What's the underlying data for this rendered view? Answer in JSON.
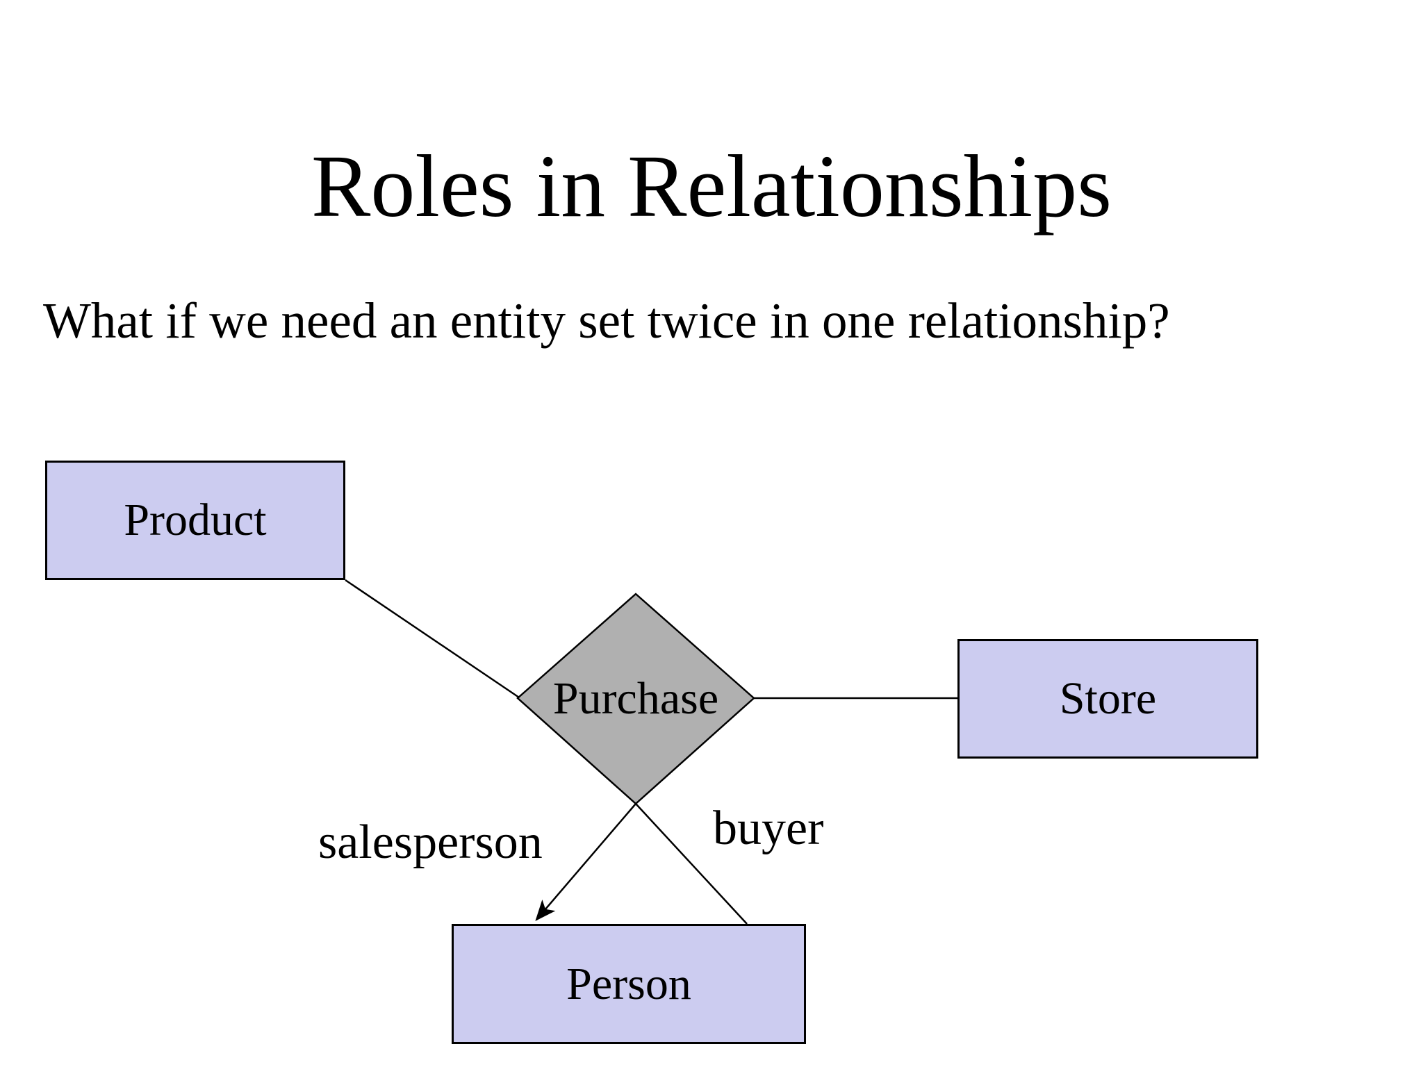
{
  "slide": {
    "title": "Roles in Relationships",
    "subtitle": "What if we need an entity set twice in one relationship?"
  },
  "diagram": {
    "entities": [
      {
        "id": "product",
        "label": "Product"
      },
      {
        "id": "store",
        "label": "Store"
      },
      {
        "id": "person",
        "label": "Person"
      }
    ],
    "relationship": {
      "label": "Purchase"
    },
    "roles": [
      {
        "label": "salesperson",
        "edge": "Purchase-Person",
        "has_arrowhead": true
      },
      {
        "label": "buyer",
        "edge": "Purchase-Person",
        "has_arrowhead": false
      }
    ],
    "connections": [
      "Product-Purchase",
      "Purchase-Store",
      "Purchase-Person (salesperson)",
      "Purchase-Person (buyer)"
    ],
    "colors": {
      "background": "#ffffff",
      "entity_fill": "#ccccf0",
      "relationship_fill": "#b0b0b0",
      "stroke": "#000000",
      "text": "#000000"
    }
  }
}
